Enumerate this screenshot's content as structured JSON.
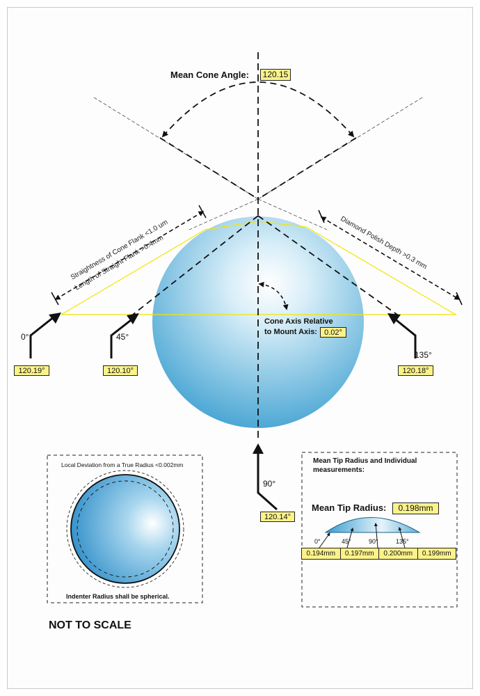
{
  "mean_cone_angle": {
    "label": "Mean Cone Angle:",
    "value": "120.15"
  },
  "flank_note": {
    "line1": "Straightness of Cone Flank <1.0 um",
    "line2": "Length of Straight Flank >0.4mm"
  },
  "polish_note": "Diamond Polish Depth >0.3 mm",
  "axis_relative": {
    "line1": "Cone Axis Relative",
    "line2": "to Mount Axis:",
    "value": "0.02°"
  },
  "angle_measurements": [
    {
      "angle": "0°",
      "value": "120.19°"
    },
    {
      "angle": "45°",
      "value": "120.10°"
    },
    {
      "angle": "135°",
      "value": "120.18°"
    },
    {
      "angle": "90°",
      "value": "120.14°"
    }
  ],
  "local_deviation": {
    "title": "Local Deviation from a True Radius <0.002mm",
    "footer": "Indenter Radius shall be spherical."
  },
  "tip_radius": {
    "heading": "Mean Tip Radius and Individual measurements:",
    "label": "Mean Tip Radius:",
    "value": "0.198mm",
    "angles": [
      "0°",
      "45°",
      "90°",
      "135°"
    ],
    "measurements": [
      "0.194mm",
      "0.197mm",
      "0.200mm",
      "0.199mm"
    ]
  },
  "scale_note": "NOT TO SCALE",
  "colors": {
    "sphere_light": "#e8f4fa",
    "sphere_dark": "#3a9ed0",
    "highlight_box": "#fbf38a",
    "yellow_line": "#f2e600"
  }
}
